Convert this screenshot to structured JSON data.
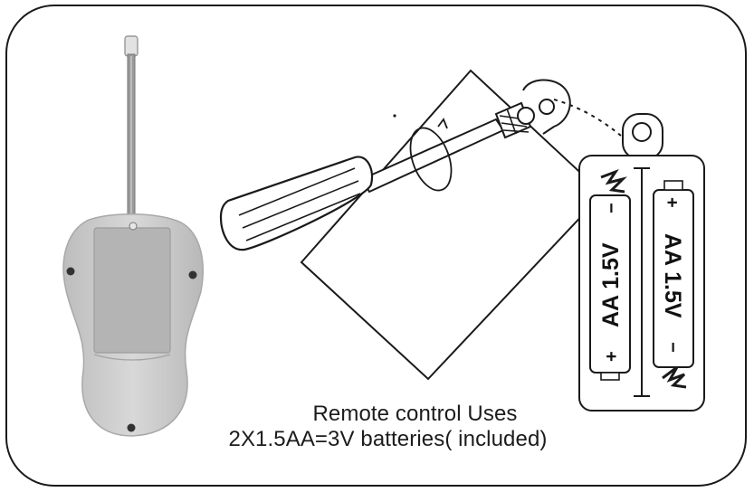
{
  "caption": {
    "line1": "Remote control Uses",
    "line2": "2X1.5AA=3V batteries( included)"
  },
  "batteries": [
    {
      "label": "AA 1.5V",
      "plus": "+",
      "minus": "−"
    },
    {
      "label": "AA 1.5V",
      "plus": "+",
      "minus": "−"
    }
  ],
  "colors": {
    "outline": "#1a1a1a",
    "remote_body": "#c9c9c9",
    "remote_panel": "#b3b3b3"
  }
}
